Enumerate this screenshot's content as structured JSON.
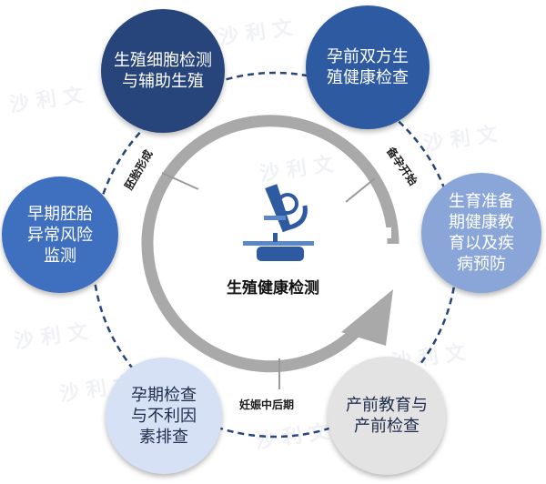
{
  "center": {
    "title": "生殖健康检测",
    "icon": "microscope-icon"
  },
  "nodes": [
    {
      "text": "生殖细胞检测\n与辅助生殖",
      "color": "#27457a",
      "style": "dark"
    },
    {
      "text": "孕前双方生\n殖健康检查",
      "color": "#2d5aa0",
      "style": "dark"
    },
    {
      "text": "早期胚胎\n异常风险\n监测",
      "color": "#3f6fbf",
      "style": "dark"
    },
    {
      "text": "生育准备\n期健康教\n育以及疾\n病预防",
      "color": "#8aa6d8",
      "style": "dark"
    },
    {
      "text": "孕期检查\n与不利因\n素排查",
      "color": "#d7e1f5",
      "style": "light"
    },
    {
      "text": "产前教育与\n产前检查",
      "color": "#e3e3e3",
      "style": "light"
    }
  ],
  "phases": [
    {
      "label": "胚胎形成"
    },
    {
      "label": "备孕开始"
    },
    {
      "label": "妊娠中后期"
    }
  ],
  "watermark": "沙 利 文",
  "colors": {
    "ring_dash": "#27457a",
    "cycle_arrow": "#a9a9a9",
    "microscope_dark": "#2d5aa0",
    "microscope_mid": "#5b87c9"
  }
}
